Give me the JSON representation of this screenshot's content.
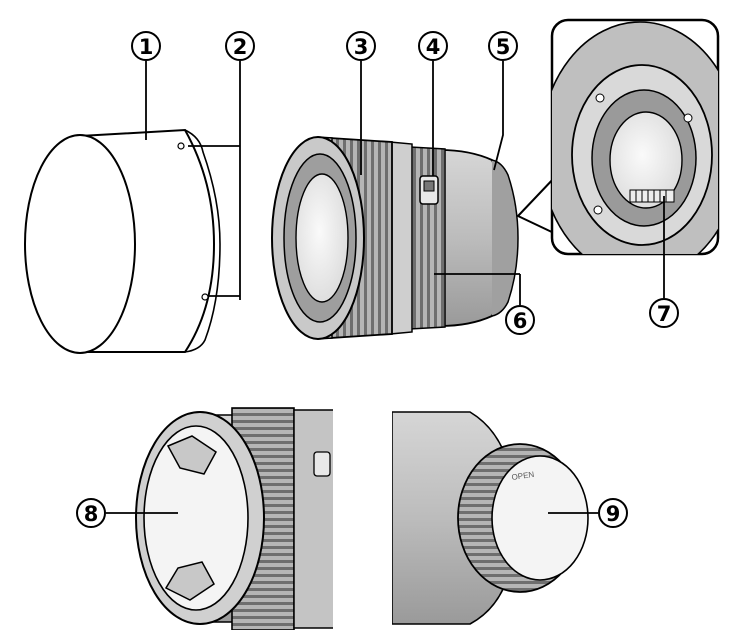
{
  "figure": {
    "callouts": [
      {
        "num": "1"
      },
      {
        "num": "2"
      },
      {
        "num": "3"
      },
      {
        "num": "4"
      },
      {
        "num": "5"
      },
      {
        "num": "6"
      },
      {
        "num": "7"
      },
      {
        "num": "8"
      },
      {
        "num": "9"
      }
    ],
    "rear_cap_text": "OPEN",
    "line_color": "#000000",
    "barrel_fill": "#bdbdbd",
    "ring_fill": "#8f8f8f",
    "glass_fill": "#f2f2f2"
  }
}
